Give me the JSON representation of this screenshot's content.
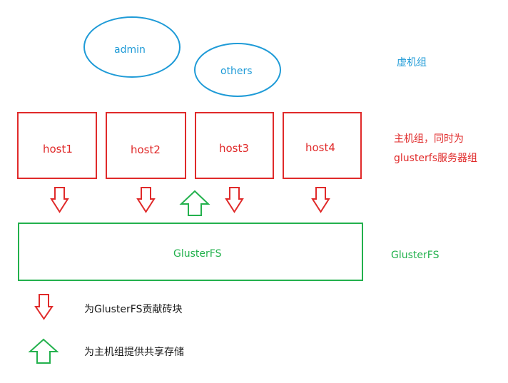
{
  "vm_group": {
    "label": "虚机组",
    "vms": [
      "admin",
      "others"
    ]
  },
  "host_group": {
    "label_line1": "主机组，同时为",
    "label_line2": "glusterfs服务器组",
    "hosts": [
      "host1",
      "host2",
      "host3",
      "host4"
    ]
  },
  "gluster": {
    "box_label": "GlusterFS",
    "side_label": "GlusterFS"
  },
  "legend": {
    "contribute": "为GlusterFS贡献砖块",
    "provide": "为主机组提供共享存储"
  },
  "colors": {
    "vm": "#1f9bd7",
    "host": "#e02a2a",
    "gluster": "#23b14d"
  }
}
